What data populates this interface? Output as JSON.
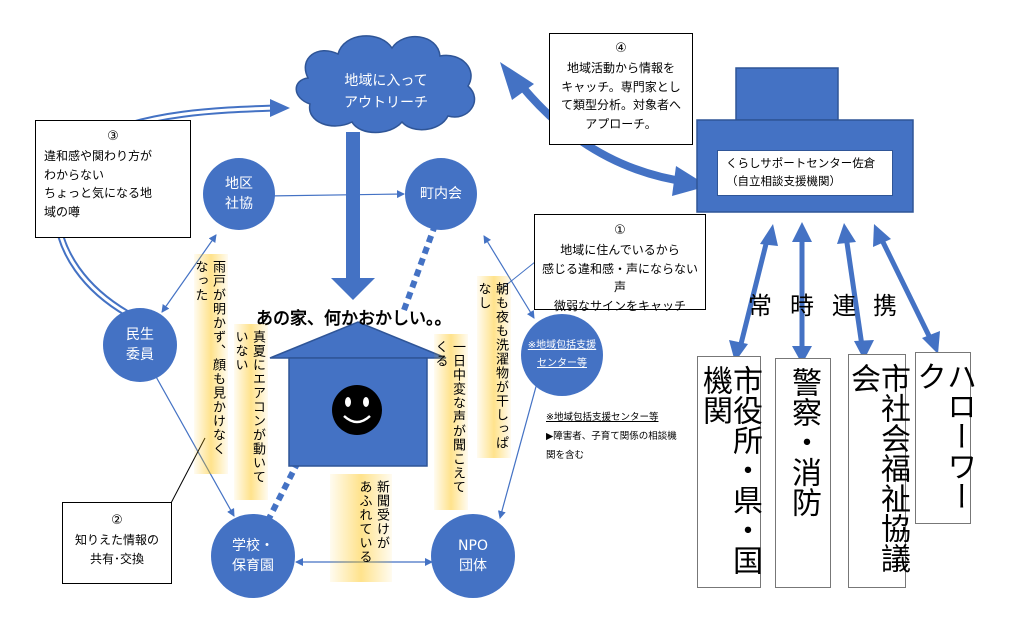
{
  "outreach": {
    "line1": "地域に入って",
    "line2": "アウトリーチ"
  },
  "center_box": {
    "line1": "くらしサポートセンター佐倉",
    "line2": "（自立相談支援機関）"
  },
  "note1": {
    "num": "①",
    "line1": "地域に住んでいるから",
    "line2": "感じる違和感・声にならない声",
    "line3": "微弱なサインをキャッチ"
  },
  "note2": {
    "num": "②",
    "line1": "知りえた情報の",
    "line2": "共有･交換"
  },
  "note3": {
    "num": "③",
    "line1": "違和感や関わり方が",
    "line2": "わからない",
    "line3": "ちょっと気になる地",
    "line4": "域の噂"
  },
  "note4": {
    "num": "④",
    "line1": "地域活動から情報を",
    "line2": "キャッチ。専門家とし",
    "line3": "て類型分析。対象者へ",
    "line4": "アプローチ。"
  },
  "nodes": {
    "chiku": "地区\n社協",
    "chonaikai": "町内会",
    "minsei": "民生\n委員",
    "houkatsu_line1": "※地域包括支援",
    "houkatsu_line2": "センター等",
    "school": "学校・\n保育園",
    "npo": "NPO\n団体"
  },
  "house_title": "あの家、何かおかしい。。",
  "signs": {
    "amado": "雨戸が明かず、顔も見かけなくなった",
    "aircon": "真夏にエアコンが動いていない",
    "shinbun": "新聞受けが\nあふれている",
    "koe": "一日中変な声が聞こえてくる",
    "sentaku": "朝も夜も洗濯物が干しっぱなし"
  },
  "houkatsu_note": {
    "line1": "※地域包括支援センター等",
    "line2": "▶障害者、子育て関係の相談機",
    "line3": "関を含む"
  },
  "jouji_chars": [
    "常",
    "時",
    "連",
    "携"
  ],
  "orgs": [
    "市役所・県・国機関",
    "警察・消防",
    "市社会福祉協議会",
    "ハローワーク"
  ],
  "colors": {
    "blue": "#4472c4",
    "dark_blue": "#2f5597",
    "yellow": "#ffc000"
  }
}
